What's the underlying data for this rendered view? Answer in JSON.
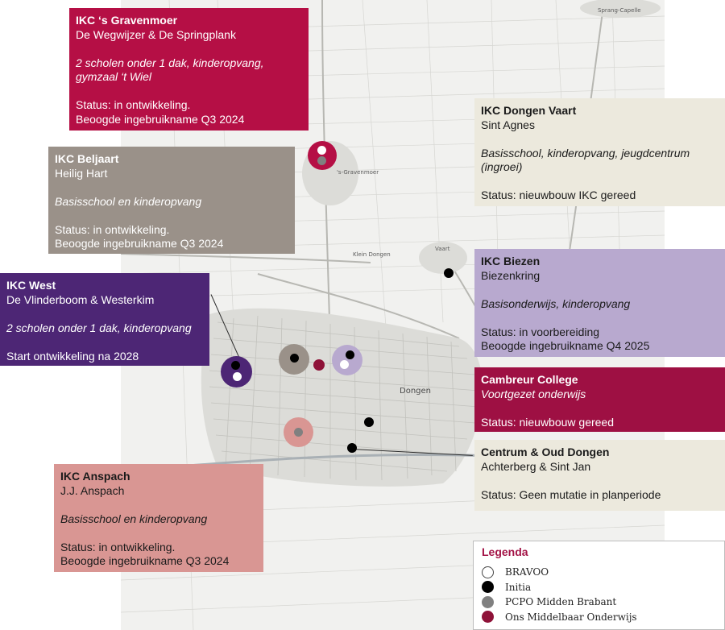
{
  "map": {
    "labels": {
      "sprang_capelle": "Sprang-Capelle",
      "gravenmoer": "'s-Gravenmoer",
      "klein_dongen": "Klein Dongen",
      "vaart": "Vaart",
      "dongen": "Dongen"
    }
  },
  "boxes": {
    "gravenmoer": {
      "title": "IKC ‘s Gravenmoer",
      "subtitle": "De Wegwijzer & De Springplank",
      "desc1": "2 scholen onder 1 dak, kinderopvang,",
      "desc2": "gymzaal ‘t Wiel",
      "status1": "Status: in ontwikkeling.",
      "status2": "Beoogde ingebruikname  Q3 2024",
      "color": "#b50f45"
    },
    "beljaart": {
      "title": "IKC Beljaart",
      "subtitle": "Heilig Hart",
      "desc1": "Basisschool en kinderopvang",
      "status1": "Status: in ontwikkeling.",
      "status2": "Beoogde ingebruikname  Q3 2024",
      "color": "#9a9189"
    },
    "west": {
      "title": "IKC West",
      "subtitle": "De Vlinderboom & Westerkim",
      "desc1": "2 scholen onder 1 dak, kinderopvang",
      "status1": "Start ontwikkeling na 2028",
      "color": "#4d2675"
    },
    "anspach": {
      "title": "IKC Anspach",
      "subtitle": "J.J. Anspach",
      "desc1": "Basisschool en kinderopvang",
      "status1": "Status: in ontwikkeling.",
      "status2": "Beoogde ingebruikname  Q3 2024",
      "color": "#d99693"
    },
    "dongen_vaart": {
      "title": "IKC Dongen Vaart",
      "subtitle": "Sint Agnes",
      "desc1": "Basisschool, kinderopvang, jeugdcentrum",
      "desc2": "(ingroei)",
      "status1": "Status: nieuwbouw  IKC gereed",
      "color": "#ece9dd"
    },
    "biezen": {
      "title": "IKC Biezen",
      "subtitle": "Biezenkring",
      "desc1": "Basisonderwijs, kinderopvang",
      "status1": "Status: in voorbereiding",
      "status2": "Beoogde ingebruikname  Q4 2025",
      "color": "#b8a9cf"
    },
    "cambreur": {
      "title": "Cambreur College",
      "desc1": "Voortgezet onderwijs",
      "status1": "Status: nieuwbouw  gereed",
      "color": "#9e1043"
    },
    "centrum": {
      "title": "Centrum & Oud Dongen",
      "subtitle": "Achterberg & Sint Jan",
      "status1": "Status: Geen mutatie  in planperiode",
      "color": "#ece9dd"
    }
  },
  "legend": {
    "title": "Legenda",
    "items": [
      {
        "label": "BRAVOO",
        "color": "#ffffff",
        "border": "#444444"
      },
      {
        "label": "Initia",
        "color": "#000000",
        "border": "#000000"
      },
      {
        "label": "PCPO Midden Brabant",
        "color": "#808080",
        "border": "#808080"
      },
      {
        "label": "Ons Middelbaar Onderwijs",
        "color": "#8e1238",
        "border": "#8e1238"
      }
    ]
  },
  "colors": {
    "bravoo": "#ffffff",
    "initia": "#000000",
    "pcpo": "#808080",
    "omo": "#8e1238"
  }
}
